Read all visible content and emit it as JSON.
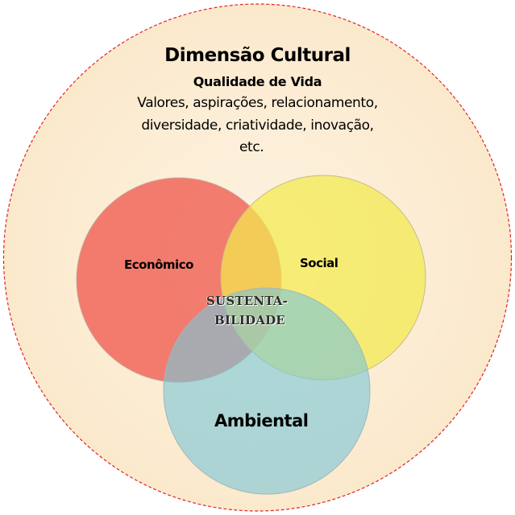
{
  "title": "Dimensão Cultural",
  "subtitle": "Qualidade de Vida",
  "description_lines": [
    "Valores, aspirações, relacionamento,",
    "diversidade, criatividade, inovação,",
    "etc."
  ],
  "circles": {
    "economico": {
      "label": "Econômico",
      "color": "#f06b5e"
    },
    "social": {
      "label": "Social",
      "color": "#f2ea4e"
    },
    "ambiental": {
      "label": "Ambiental",
      "color": "#7cc6d6"
    }
  },
  "center": {
    "lines": [
      "SUSTENTA-",
      "BILIDADE"
    ]
  },
  "colors": {
    "background": "#fcefd8",
    "border": "#e0242b"
  }
}
